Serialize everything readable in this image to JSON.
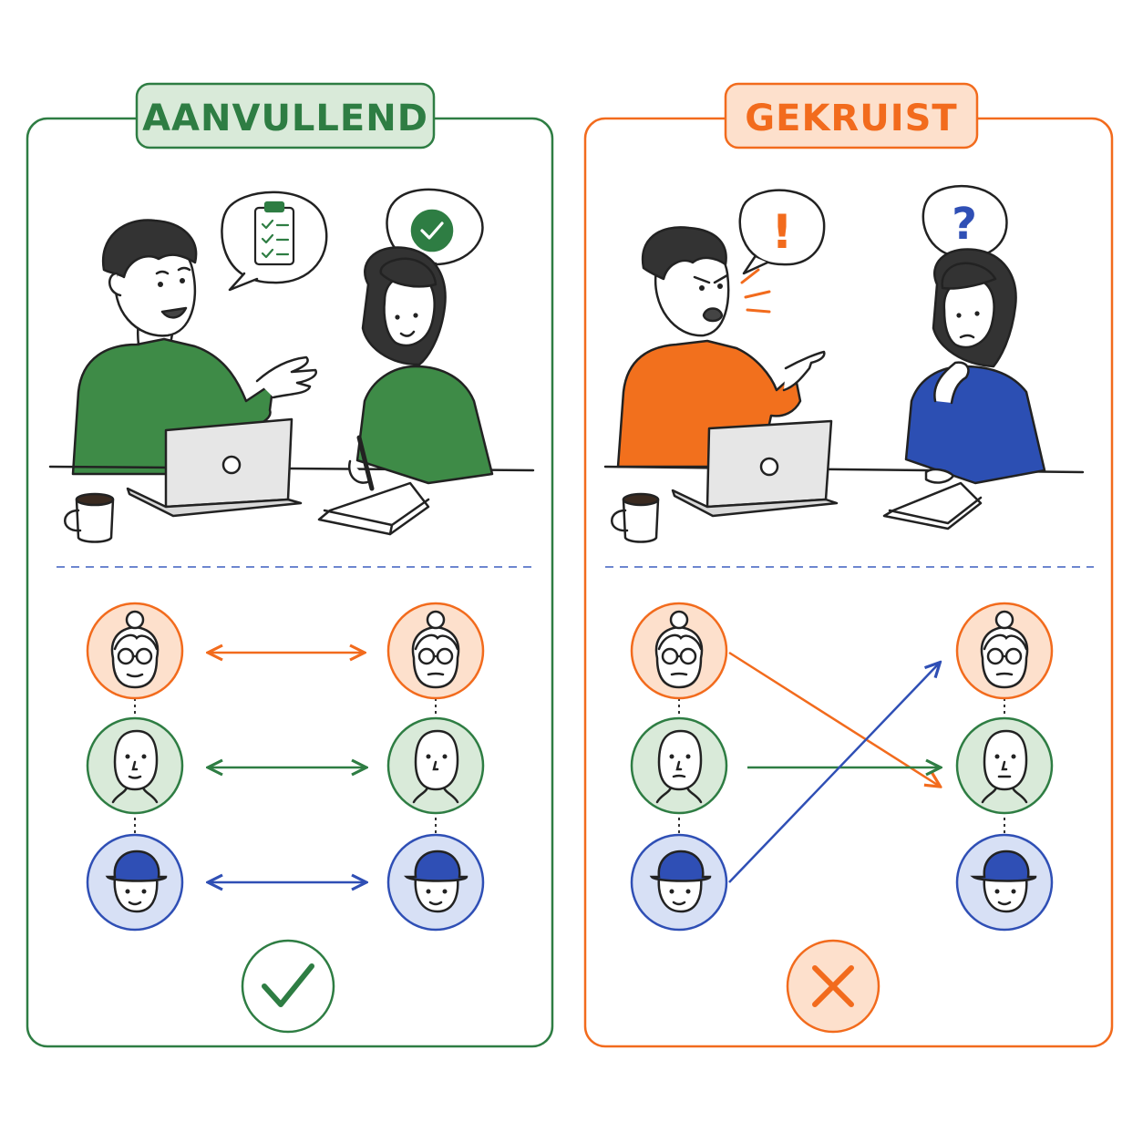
{
  "colors": {
    "green": "#2e7d43",
    "green_fill": "#d9ead9",
    "orange": "#f26b1d",
    "orange_fill": "#fde0cc",
    "blue": "#2f4fb5",
    "blue_fill": "#d7e0f5",
    "sweater_green": "#3e8b47",
    "sweater_orange": "#f2701d",
    "sweater_blue": "#2c4fb3",
    "divider": "#6d86cf"
  },
  "panels": {
    "left": {
      "label": "AANVULLEND",
      "theme": "green",
      "speech_icons": [
        "clipboard-checklist-icon",
        "check-circle-icon"
      ],
      "connections": "parallel",
      "verdict_icon": "check-mark-icon"
    },
    "right": {
      "label": "GEKRUIST",
      "theme": "orange",
      "speech_marks": {
        "exclaim": "!",
        "question": "?"
      },
      "connections": "crossed",
      "verdict_icon": "cross-mark-icon"
    }
  },
  "personas": [
    {
      "role": "elderly-woman-glasses",
      "color": "orange"
    },
    {
      "role": "bald-man",
      "color": "green"
    },
    {
      "role": "kid-with-cap",
      "color": "blue"
    }
  ]
}
